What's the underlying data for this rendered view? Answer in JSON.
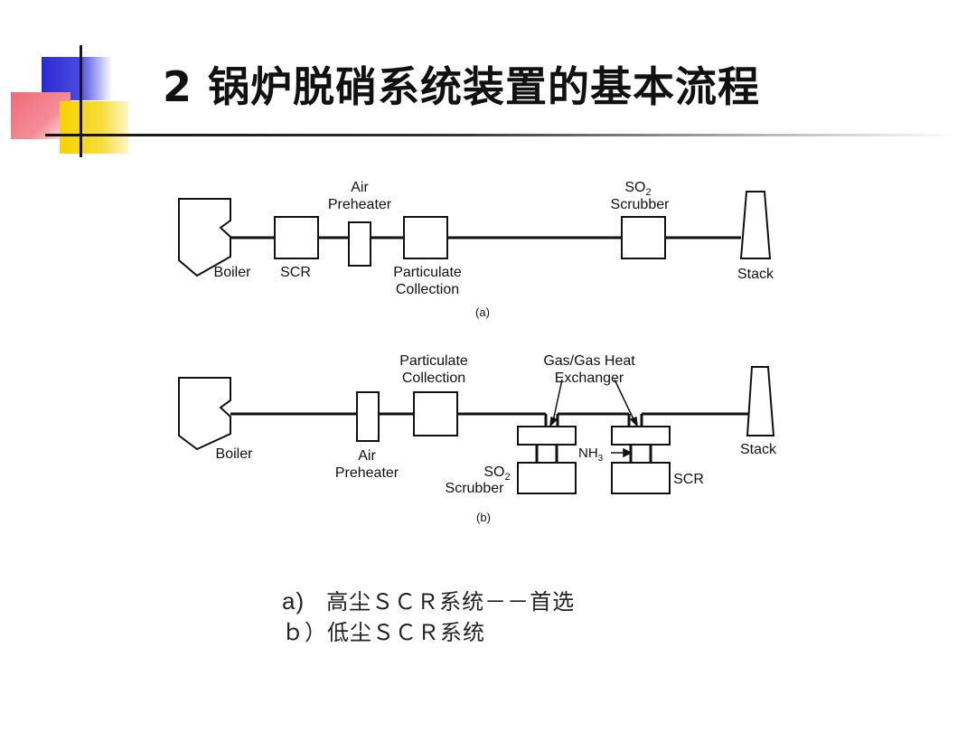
{
  "title": "2 锅炉脱硝系统装置的基本流程",
  "diagram_a": {
    "label_air": "Air",
    "label_preheater": "Preheater",
    "label_so2": "SO",
    "label_so2_sub": "2",
    "label_scrubber": "Scrubber",
    "label_boiler": "Boiler",
    "label_scr": "SCR",
    "label_particulate": "Particulate",
    "label_collection": "Collection",
    "label_stack": "Stack",
    "caption": "(a)"
  },
  "diagram_b": {
    "label_particulate": "Particulate",
    "label_collection": "Collection",
    "label_gasgas": "Gas/Gas Heat",
    "label_exchanger": "Exchanger",
    "label_boiler": "Boiler",
    "label_air": "Air",
    "label_preheater": "Preheater",
    "label_nh3": "NH",
    "label_nh3_sub": "3",
    "label_so2": "SO",
    "label_so2_sub": "2",
    "label_scrubber": "Scrubber",
    "label_scr": "SCR",
    "label_stack": "Stack",
    "caption": "(b)"
  },
  "captions": {
    "a_lead": "a)",
    "a_text": "高尘ＳＣＲ系统－－首选",
    "b_text": "ｂ）低尘ＳＣＲ系统"
  }
}
